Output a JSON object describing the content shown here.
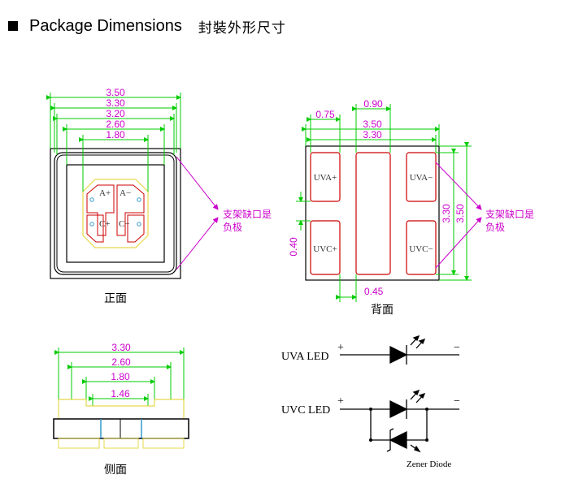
{
  "header": {
    "title": "Package Dimensions",
    "title_cn": "封裝外形尺寸"
  },
  "colors": {
    "dim_line": "#00cc00",
    "dim_text": "#cc00cc",
    "pad_outline": "#cc0000",
    "chip_outline": "#e6d84a",
    "body_outline": "#000000"
  },
  "front_view": {
    "caption": "正面",
    "dims": [
      "3.50",
      "3.30",
      "3.20",
      "2.60",
      "1.80"
    ],
    "pads": [
      "A+",
      "A−",
      "C+",
      "C−"
    ],
    "note_line1": "支架缺口是",
    "note_line2": "负极"
  },
  "back_view": {
    "caption": "背面",
    "dims_top": [
      "0.75",
      "0.90",
      "3.50",
      "3.30"
    ],
    "dims_right": [
      "3.30",
      "3.50"
    ],
    "dim_left": "0.40",
    "dim_bottom": "0.45",
    "pads": [
      "UVA+",
      "UVA−",
      "UVC+",
      "UVC−"
    ],
    "note_line1": "支架缺口是",
    "note_line2": "负极"
  },
  "side_view": {
    "caption": "侧面",
    "dims": [
      "3.30",
      "2.60",
      "1.80",
      "1.46"
    ]
  },
  "schematic": {
    "uva_label": "UVA LED",
    "uvc_label": "UVC LED",
    "plus": "+",
    "minus": "−",
    "zener_label": "Zener Diode"
  }
}
